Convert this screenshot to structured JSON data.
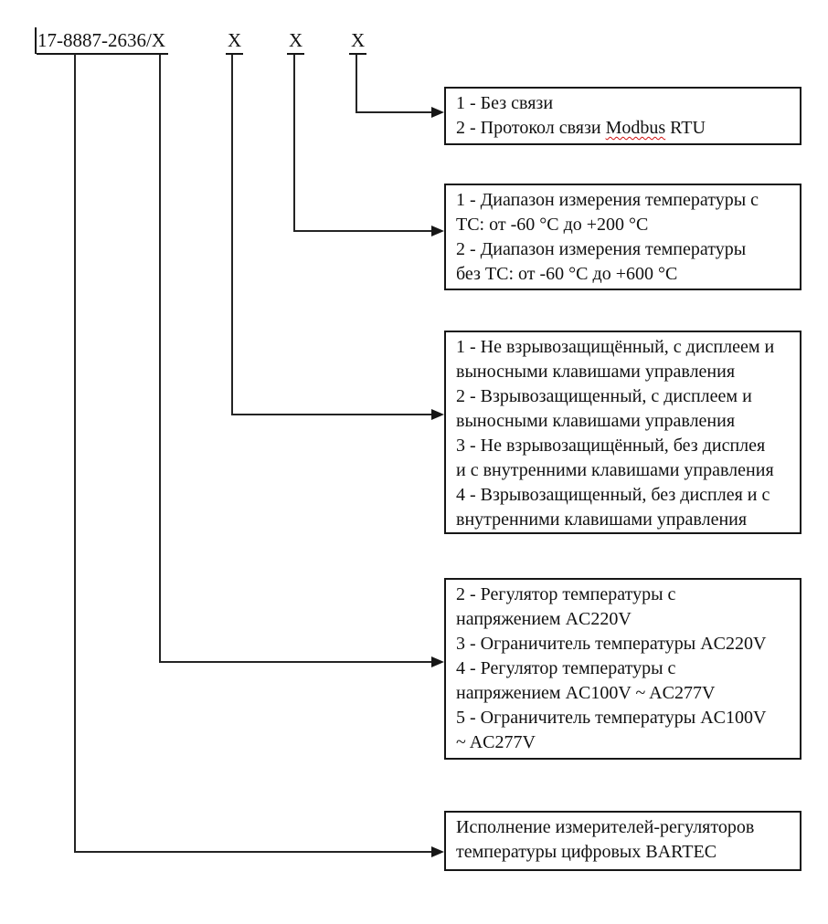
{
  "title_code": {
    "code": "17-8887-2636/X",
    "x_marks": [
      "X",
      "X",
      "X"
    ]
  },
  "boxes": [
    {
      "name": "communication-options",
      "lines": [
        "1 - Без связи",
        [
          {
            "text": "2 - Протокол связи "
          },
          {
            "text": "Modbus",
            "misspelled": true
          },
          {
            "text": " RTU"
          }
        ]
      ]
    },
    {
      "name": "temperature-range-options",
      "lines": [
        "1 - Диапазон измерения температуры с",
        "ТС: от -60 °С до +200 °С",
        "2 - Диапазон измерения температуры",
        "без ТС: от -60 °С до +600 °С"
      ]
    },
    {
      "name": "enclosure-display-options",
      "lines": [
        "1 - Не взрывозащищённый, с дисплеем и",
        "выносными клавишами управления",
        "2 - Взрывозащищенный, с дисплеем и",
        "выносными клавишами управления",
        "3 - Не взрывозащищённый, без дисплея",
        "и с внутренними клавишами управления",
        "4 - Взрывозащищенный, без дисплея и с",
        "внутренними клавишами управления"
      ]
    },
    {
      "name": "regulator-type-options",
      "lines": [
        "2 - Регулятор температуры с",
        "напряжением AC220V",
        "3 - Ограничитель температуры AC220V",
        "4 - Регулятор температуры с",
        "напряжением AC100V ~ AC277V",
        "5 - Ограничитель температуры AC100V",
        "~ AC277V"
      ]
    },
    {
      "name": "product-family",
      "lines": [
        "Исполнение измерителей-регуляторов",
        "температуры цифровых BARTEC"
      ]
    }
  ],
  "colors": {
    "line": "#242424",
    "border": "#161616",
    "text": "#111111",
    "misspell_underline": "#d01111"
  }
}
